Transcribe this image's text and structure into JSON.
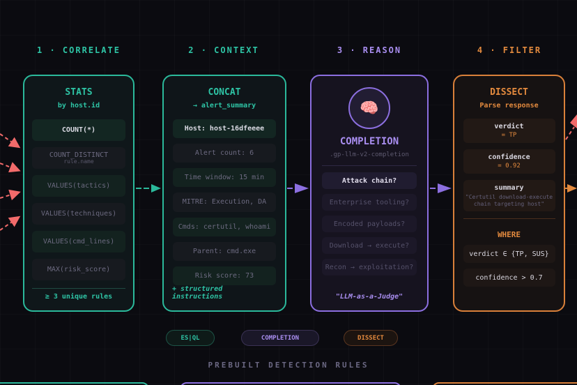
{
  "colors": {
    "background": "#0b0b10",
    "teal": "#2bb99b",
    "purple": "#8c6fe0",
    "orange": "#d9803a",
    "coral": "#f26b6b"
  },
  "stages": [
    {
      "label": "1 · CORRELATE",
      "card": {
        "title": "STATS",
        "subtitle": "by host.id",
        "items": [
          {
            "text": "COUNT(*)",
            "highlight": true
          },
          {
            "text": "COUNT_DISTINCT",
            "sub": "rule.name"
          },
          {
            "text": "VALUES(tactics)"
          },
          {
            "text": "VALUES(techniques)"
          },
          {
            "text": "VALUES(cmd_lines)"
          },
          {
            "text": "MAX(risk_score)"
          }
        ],
        "footer": "≥ 3 unique rules"
      }
    },
    {
      "label": "2 · CONTEXT",
      "card": {
        "title": "CONCAT",
        "subtitle": "→ alert_summary",
        "items": [
          {
            "text": "Host: host-16dfeeee",
            "highlight": true
          },
          {
            "text": "Alert count: 6"
          },
          {
            "text": "Time window: 15 min"
          },
          {
            "text": "MITRE: Execution, DA"
          },
          {
            "text": "Cmds: certutil, whoami"
          },
          {
            "text": "Parent: cmd.exe"
          },
          {
            "text": "Risk score: 73"
          }
        ],
        "footer": "+ structured instructions"
      }
    },
    {
      "label": "3 · REASON",
      "card": {
        "icon": "brain-icon",
        "icon_glyph": "🧠",
        "title": "COMPLETION",
        "model": ".gp-llm-v2-completion",
        "items": [
          {
            "text": "Attack chain?",
            "highlight": true
          },
          {
            "text": "Enterprise tooling?"
          },
          {
            "text": "Encoded payloads?"
          },
          {
            "text": "Download → execute?"
          },
          {
            "text": "Recon → exploitation?"
          }
        ],
        "footer": "\"LLM-as-a-Judge\""
      }
    },
    {
      "label": "4 · FILTER",
      "card": {
        "title": "DISSECT",
        "subtitle": "Parse response",
        "fields": [
          {
            "key": "verdict",
            "value": "= TP"
          },
          {
            "key": "confidence",
            "value": "= 0.92"
          },
          {
            "key": "summary",
            "value": "\"Certutil download-execute chain targeting host\""
          }
        ],
        "where_title": "WHERE",
        "conditions": [
          "verdict ∈ {TP, SUS}",
          "confidence > 0.7"
        ]
      }
    }
  ],
  "pills": [
    "ES|QL",
    "COMPLETION",
    "DISSECT"
  ],
  "section_title": "PREBUILT DETECTION RULES"
}
